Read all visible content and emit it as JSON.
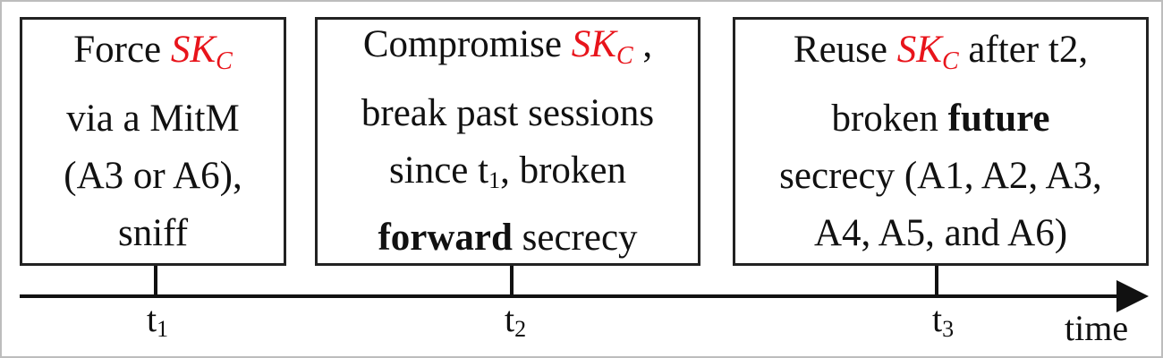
{
  "boxes": [
    {
      "lines": [
        [
          "Force ",
          ""
        ],
        [
          "via a MitM"
        ],
        [
          "(A3 or A6),"
        ],
        [
          "sniff"
        ]
      ]
    },
    {},
    {}
  ],
  "box1": {
    "l1": "Force",
    "l2": "via a MitM",
    "l3": "(A3 or A6),",
    "l4": "sniff"
  },
  "box2": {
    "l1": "Compromise",
    "l1b": ",",
    "l2": "break past sessions",
    "l3a": "since t",
    "l3sub": "1",
    "l3b": ", broken",
    "l4bold": "forward",
    "l4": " secrecy"
  },
  "box3": {
    "l1a": "Reuse",
    "l1b": " after t2,",
    "l2a": "broken ",
    "l2bold": "future",
    "l3": "secrecy (A1, A2, A3,",
    "l4": "A4, A5, and A6)"
  },
  "key": {
    "name": "SK",
    "sub": "C"
  },
  "timeline": {
    "ticks": [
      {
        "t": "t",
        "sub": "1"
      },
      {
        "t": "t",
        "sub": "2"
      },
      {
        "t": "t",
        "sub": "3"
      }
    ],
    "axis_label": "time"
  },
  "colors": {
    "key": "#e8141b"
  }
}
